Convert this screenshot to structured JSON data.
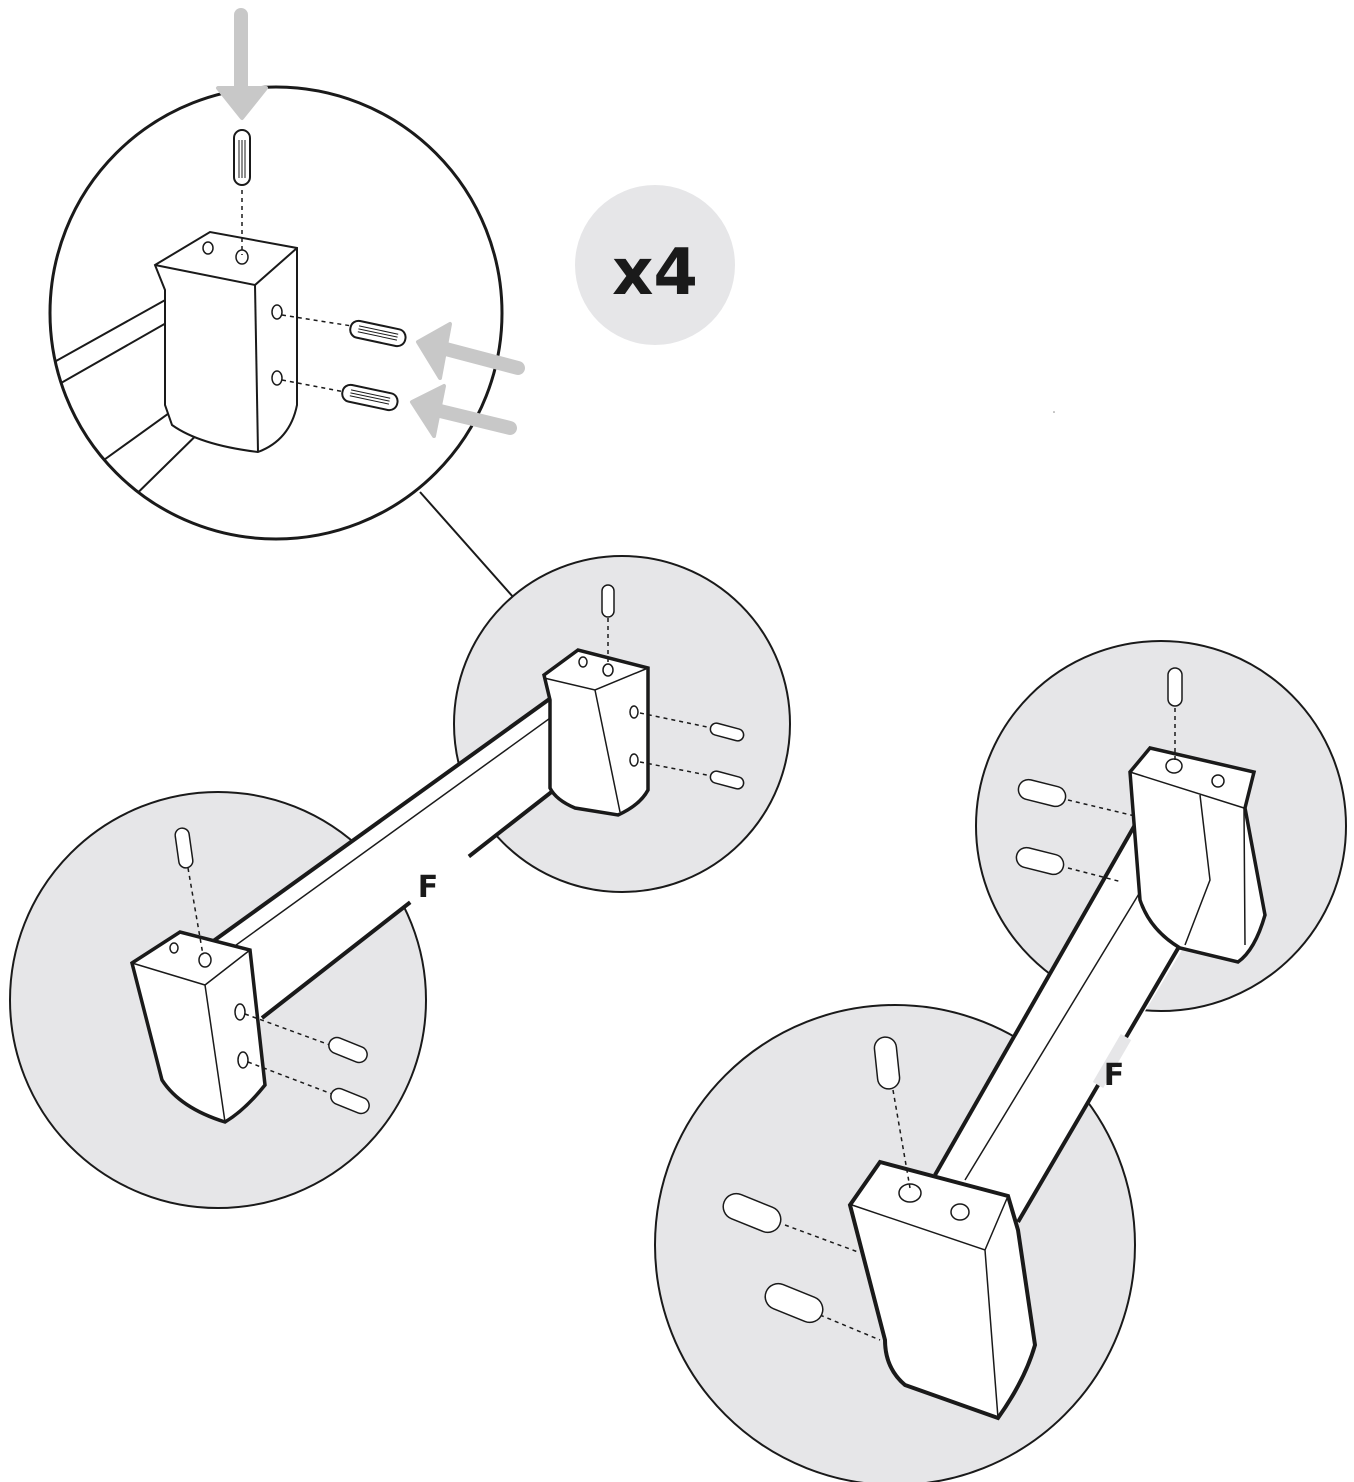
{
  "quantity_badge": {
    "text": "x4",
    "fill": "#e6e6e8"
  },
  "part_labels": {
    "left_assembly": "F",
    "right_assembly": "F"
  },
  "colors": {
    "line": "#1a1a1a",
    "detail_circle_fill": "#e6e6e8",
    "part_fill": "#ffffff",
    "arrow": "#c8c8c8"
  },
  "icons": {
    "insert_arrow": "down-arrow-icon",
    "dowel": "wooden-dowel-icon"
  }
}
